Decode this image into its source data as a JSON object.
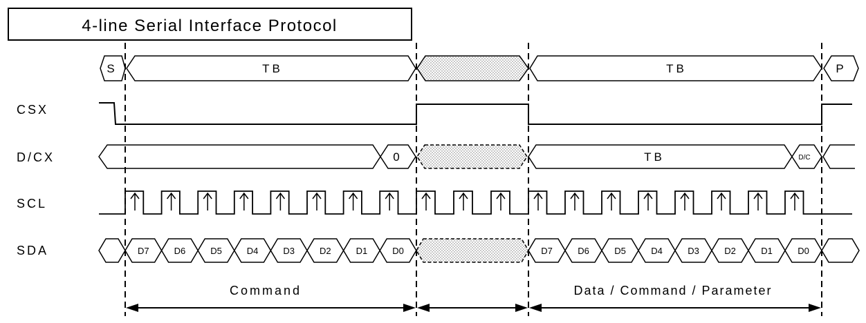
{
  "title": "4-line Serial Interface Protocol",
  "signals": {
    "csx": "CSX",
    "dcx": "D/CX",
    "scl": "SCL",
    "sda": "SDA"
  },
  "protocol_row": {
    "start": "S",
    "tb1": "TB",
    "tb2": "TB",
    "stop": "P"
  },
  "dcx_row": {
    "zero": "0",
    "tb": "TB",
    "dc": "D/C"
  },
  "sda_bits": {
    "first": [
      "D7",
      "D6",
      "D5",
      "D4",
      "D3",
      "D2",
      "D1",
      "D0"
    ],
    "second": [
      "D7",
      "D6",
      "D5",
      "D4",
      "D3",
      "D2",
      "D1",
      "D0"
    ]
  },
  "ranges": {
    "command": "Command",
    "data": "Data / Command / Parameter"
  }
}
